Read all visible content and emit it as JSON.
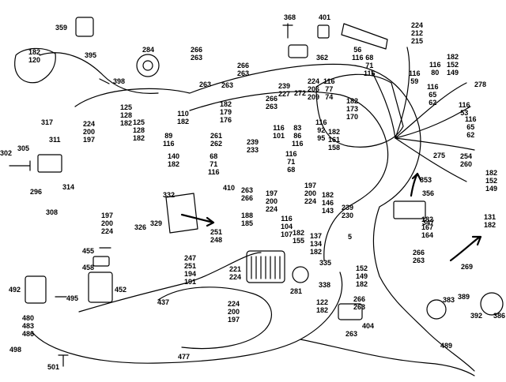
{
  "diagram": {
    "ink_color": "#000000",
    "paper_color": "#ffffff",
    "part_numbers": {
      "p359": "359",
      "p368": "368",
      "p401": "401",
      "p224_212_215": "224\n212\n215",
      "p284": "284",
      "p266_263_a": "266\n263",
      "p182_120": "182\n120",
      "p395": "395",
      "p398": "398",
      "p266_263_b": "266\n263",
      "p263_a": "263",
      "p56_116": "56\n116",
      "p68_71_116": "68\n71\n116",
      "p362": "362",
      "p116_80": "116\n80",
      "p182_152_149_top": "182\n152\n149",
      "p116_59": "116\n59",
      "p278": "278",
      "p116_65_62_a": "116\n65\n62",
      "p116_53": "116\n53",
      "p116_65_62_b": "116\n65\n62",
      "p239_227": "239\n227",
      "p224_206_209": "224\n206\n209",
      "p116_77_74": "116\n77\n74",
      "p263_b": "263",
      "p182_179_176": "182\n179\n176",
      "p266_263_c": "266\n263",
      "p272": "272",
      "p182_173_170": "182\n173\n170",
      "p125_128_182_a": "125\n128\n182",
      "p125_128_182_b": "125\n128\n182",
      "p110_182": "110\n182",
      "p317": "317",
      "p305": "305",
      "p311": "311",
      "p302": "302",
      "p224_200_197_a": "224\n200\n197",
      "p89_116": "89\n116",
      "p261_262": "261\n262",
      "p239_233": "239\n233",
      "p116_101": "116\n101",
      "p83_86_116": "83\n86\n116",
      "p116_92_95": "116\n92\n95",
      "p116_71_68": "116\n71\n68",
      "p182_161_158": "182\n161\n158",
      "p275": "275",
      "p254_260": "254\n260",
      "p296": "296",
      "p314": "314",
      "p140_182": "140\n182",
      "p68_71_116_b": "68\n71\n116",
      "p410": "410",
      "p332": "332",
      "p263_266": "263\n266",
      "p197_200_224_a": "197\n200\n224",
      "p197_200_224_b": "197\n200\n224",
      "p182_146_143": "182\n146\n143",
      "p353": "353",
      "p356": "356",
      "p182_152_149_right": "182\n152\n149",
      "p308": "308",
      "p197_200_224_c": "197\n200\n224",
      "p188_185": "188\n185",
      "p116_104_107": "116\n104\n107",
      "p239_230": "239\n230",
      "p347": "347",
      "p131_182": "131\n182",
      "p326": "326",
      "p329": "329",
      "p251_248": "251\n248",
      "p182_155": "182\n155",
      "p137_134_182": "137\n134\n182",
      "p5": "5",
      "p182_167_164": "182\n167\n164",
      "p455": "455",
      "p247_251_194_191": "247\n251\n194\n191",
      "p221_224": "221\n224",
      "p335": "335",
      "p152_149_182": "152\n149\n182",
      "p266_263_d": "266\n263",
      "p269": "269",
      "p458": "458",
      "p452": "452",
      "p338": "338",
      "p492": "492",
      "p495": "495",
      "p437": "437",
      "p281": "281",
      "p122_182": "122\n182",
      "p266_263_e": "266\n263",
      "p383": "383",
      "p389": "389",
      "p480_483_486": "480\n483\n486",
      "p224_200_197_b": "224\n200\n197",
      "p404": "404",
      "p263_c": "263",
      "p392": "392",
      "p386": "386",
      "p498": "498",
      "p477": "477",
      "p501": "501",
      "p489": "489"
    }
  }
}
